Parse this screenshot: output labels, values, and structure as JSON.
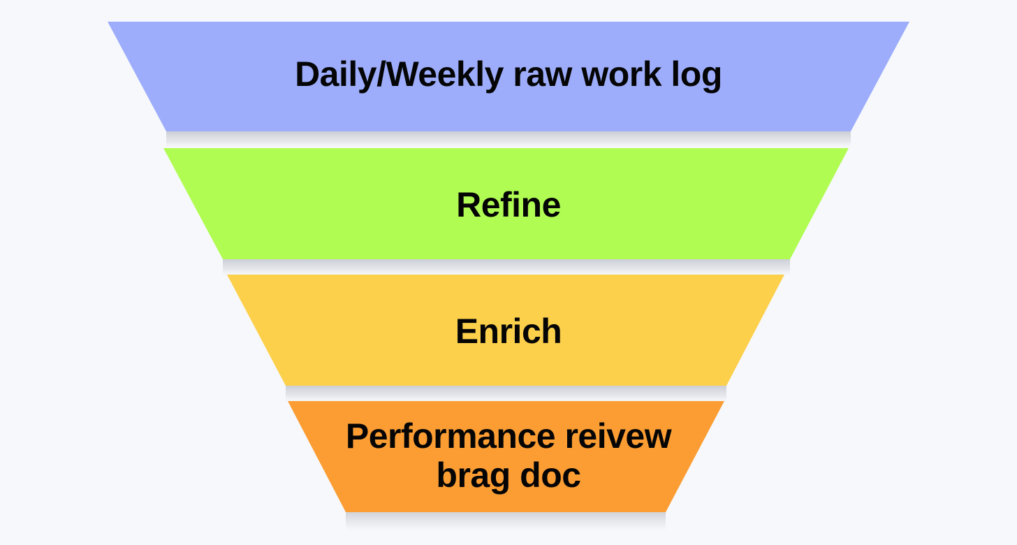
{
  "diagram": {
    "kind": "funnel",
    "title": "",
    "background_color": "#f7f8fb",
    "text_color": "#050505",
    "stages": [
      {
        "id": "stage-1",
        "label": "Daily/Weekly raw work log",
        "color": "#9dadfc",
        "color_name": "periwinkle-blue",
        "order": 1
      },
      {
        "id": "stage-2",
        "label": "Refine",
        "color": "#b0fc52",
        "color_name": "lime-green",
        "order": 2
      },
      {
        "id": "stage-3",
        "label": "Enrich",
        "color": "#fcd04b",
        "color_name": "golden-yellow",
        "order": 3
      },
      {
        "id": "stage-4",
        "label": "Performance reivew\nbrag doc",
        "color": "#fb9d33",
        "color_name": "orange",
        "order": 4
      }
    ]
  }
}
